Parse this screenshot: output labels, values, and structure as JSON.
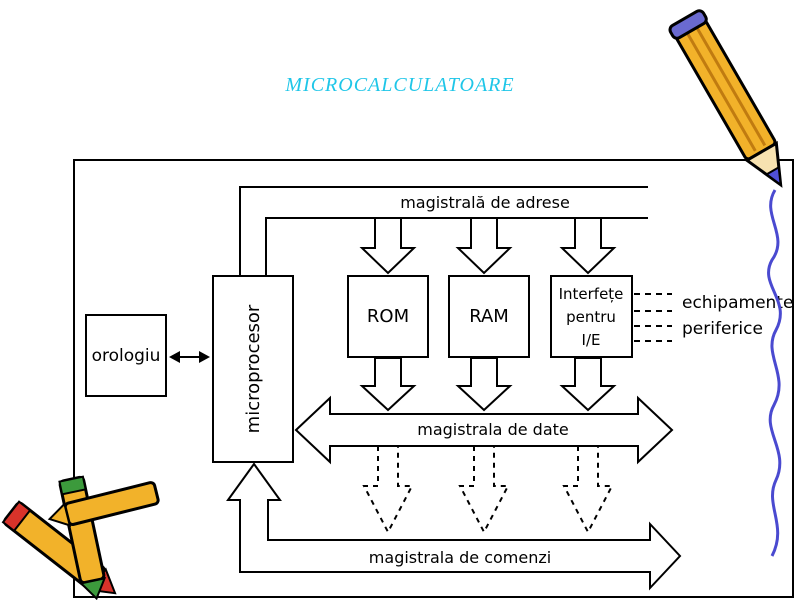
{
  "title": "MICROCALCULATOARE",
  "labels": {
    "address_bus": "magistrală de adrese",
    "data_bus": "magistrala de date",
    "control_bus": "magistrala de comenzi",
    "clock": "orologiu",
    "cpu": "microprocesor",
    "rom": "ROM",
    "ram": "RAM",
    "io_line1": "Interfețe",
    "io_line2": "pentru",
    "io_line3": "I/E",
    "peripheral_line1": "echipamente",
    "peripheral_line2": "periferice"
  },
  "clipart": [
    "pencil-icon",
    "crayons-icon"
  ],
  "colors": {
    "title": "#1fc6e8",
    "pencil_body": "#f2b22a",
    "pencil_tip": "#5050d8",
    "crayon_red": "#d8332a",
    "crayon_green": "#3c9a3c"
  }
}
